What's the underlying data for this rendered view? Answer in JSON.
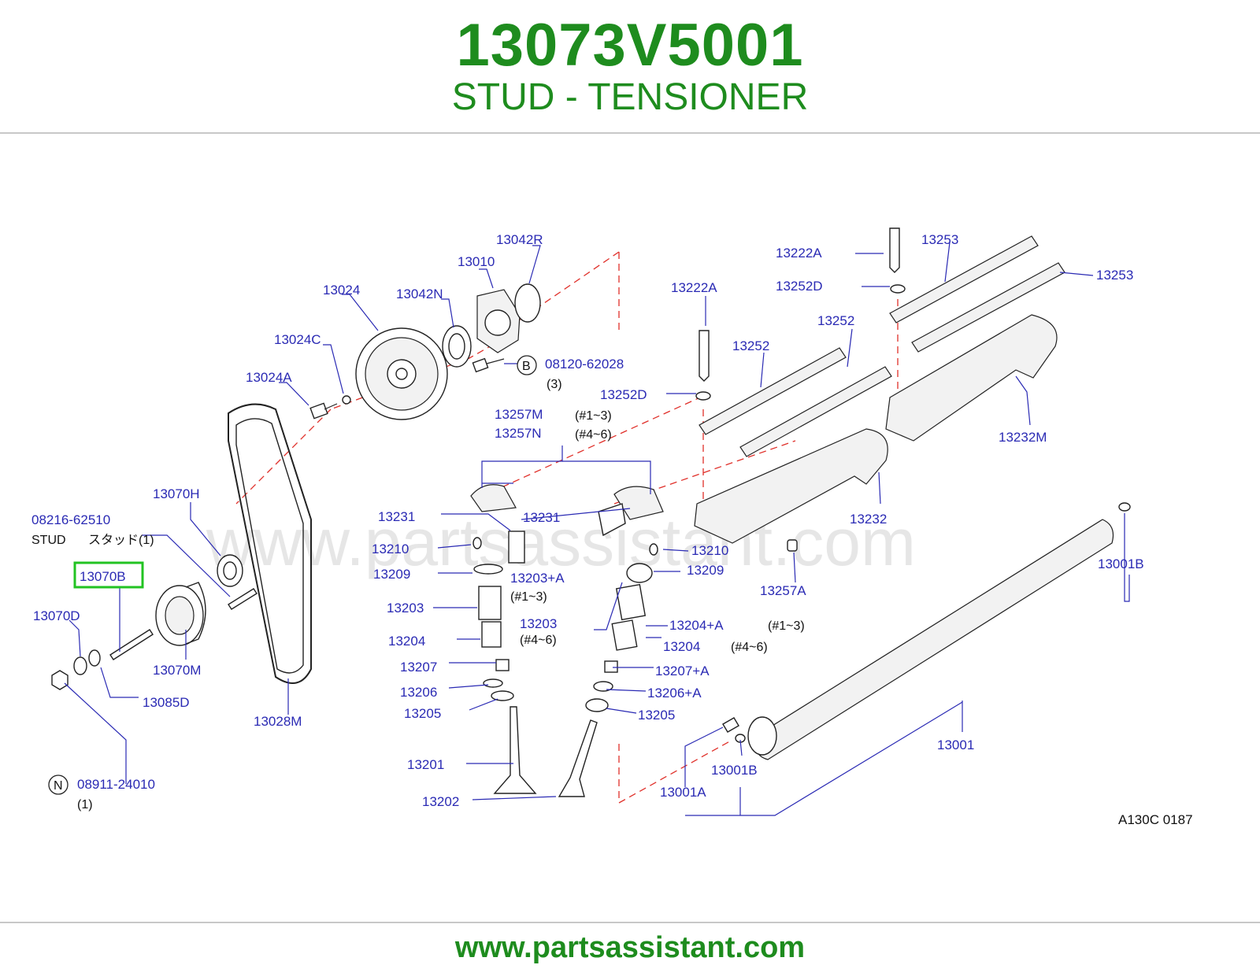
{
  "header": {
    "part_number": "13073V5001",
    "part_name": "STUD - TENSIONER"
  },
  "diagram": {
    "watermark": "www.partsassistant.com",
    "figure_code": "A130C   0187",
    "callouts": [
      "13042R",
      "13010",
      "13024",
      "13042N",
      "13024C",
      "13024A",
      "08120-62028",
      "(3)",
      "13222A",
      "13253",
      "13222A",
      "13252D",
      "13253",
      "13252",
      "13252",
      "13252D",
      "13232M",
      "13257M",
      "(#1~3)",
      "13257N",
      "(#4~6)",
      "13070H",
      "08216-62510",
      "13231",
      "13231",
      "13232",
      "13210",
      "13210",
      "13209",
      "13209",
      "13257A",
      "13203+A",
      "(#1~3)",
      "13203",
      "13203",
      "(#4~6)",
      "13204+A",
      "(#1~3)",
      "13204",
      "13204",
      "(#4~6)",
      "13070D",
      "13070M",
      "13085D",
      "13028M",
      "13207",
      "13207+A",
      "13206",
      "13206+A",
      "13205",
      "13205",
      "13001B",
      "13201",
      "13001",
      "13001B",
      "13202",
      "13001A",
      "08911-24010",
      "(1)"
    ],
    "stud_label": "STUD",
    "stud_label_jp": "スタッド(1)",
    "highlighted_part": "13070B",
    "circle_b": "B",
    "circle_n": "N"
  },
  "footer": {
    "website": "www.partsassistant.com"
  }
}
